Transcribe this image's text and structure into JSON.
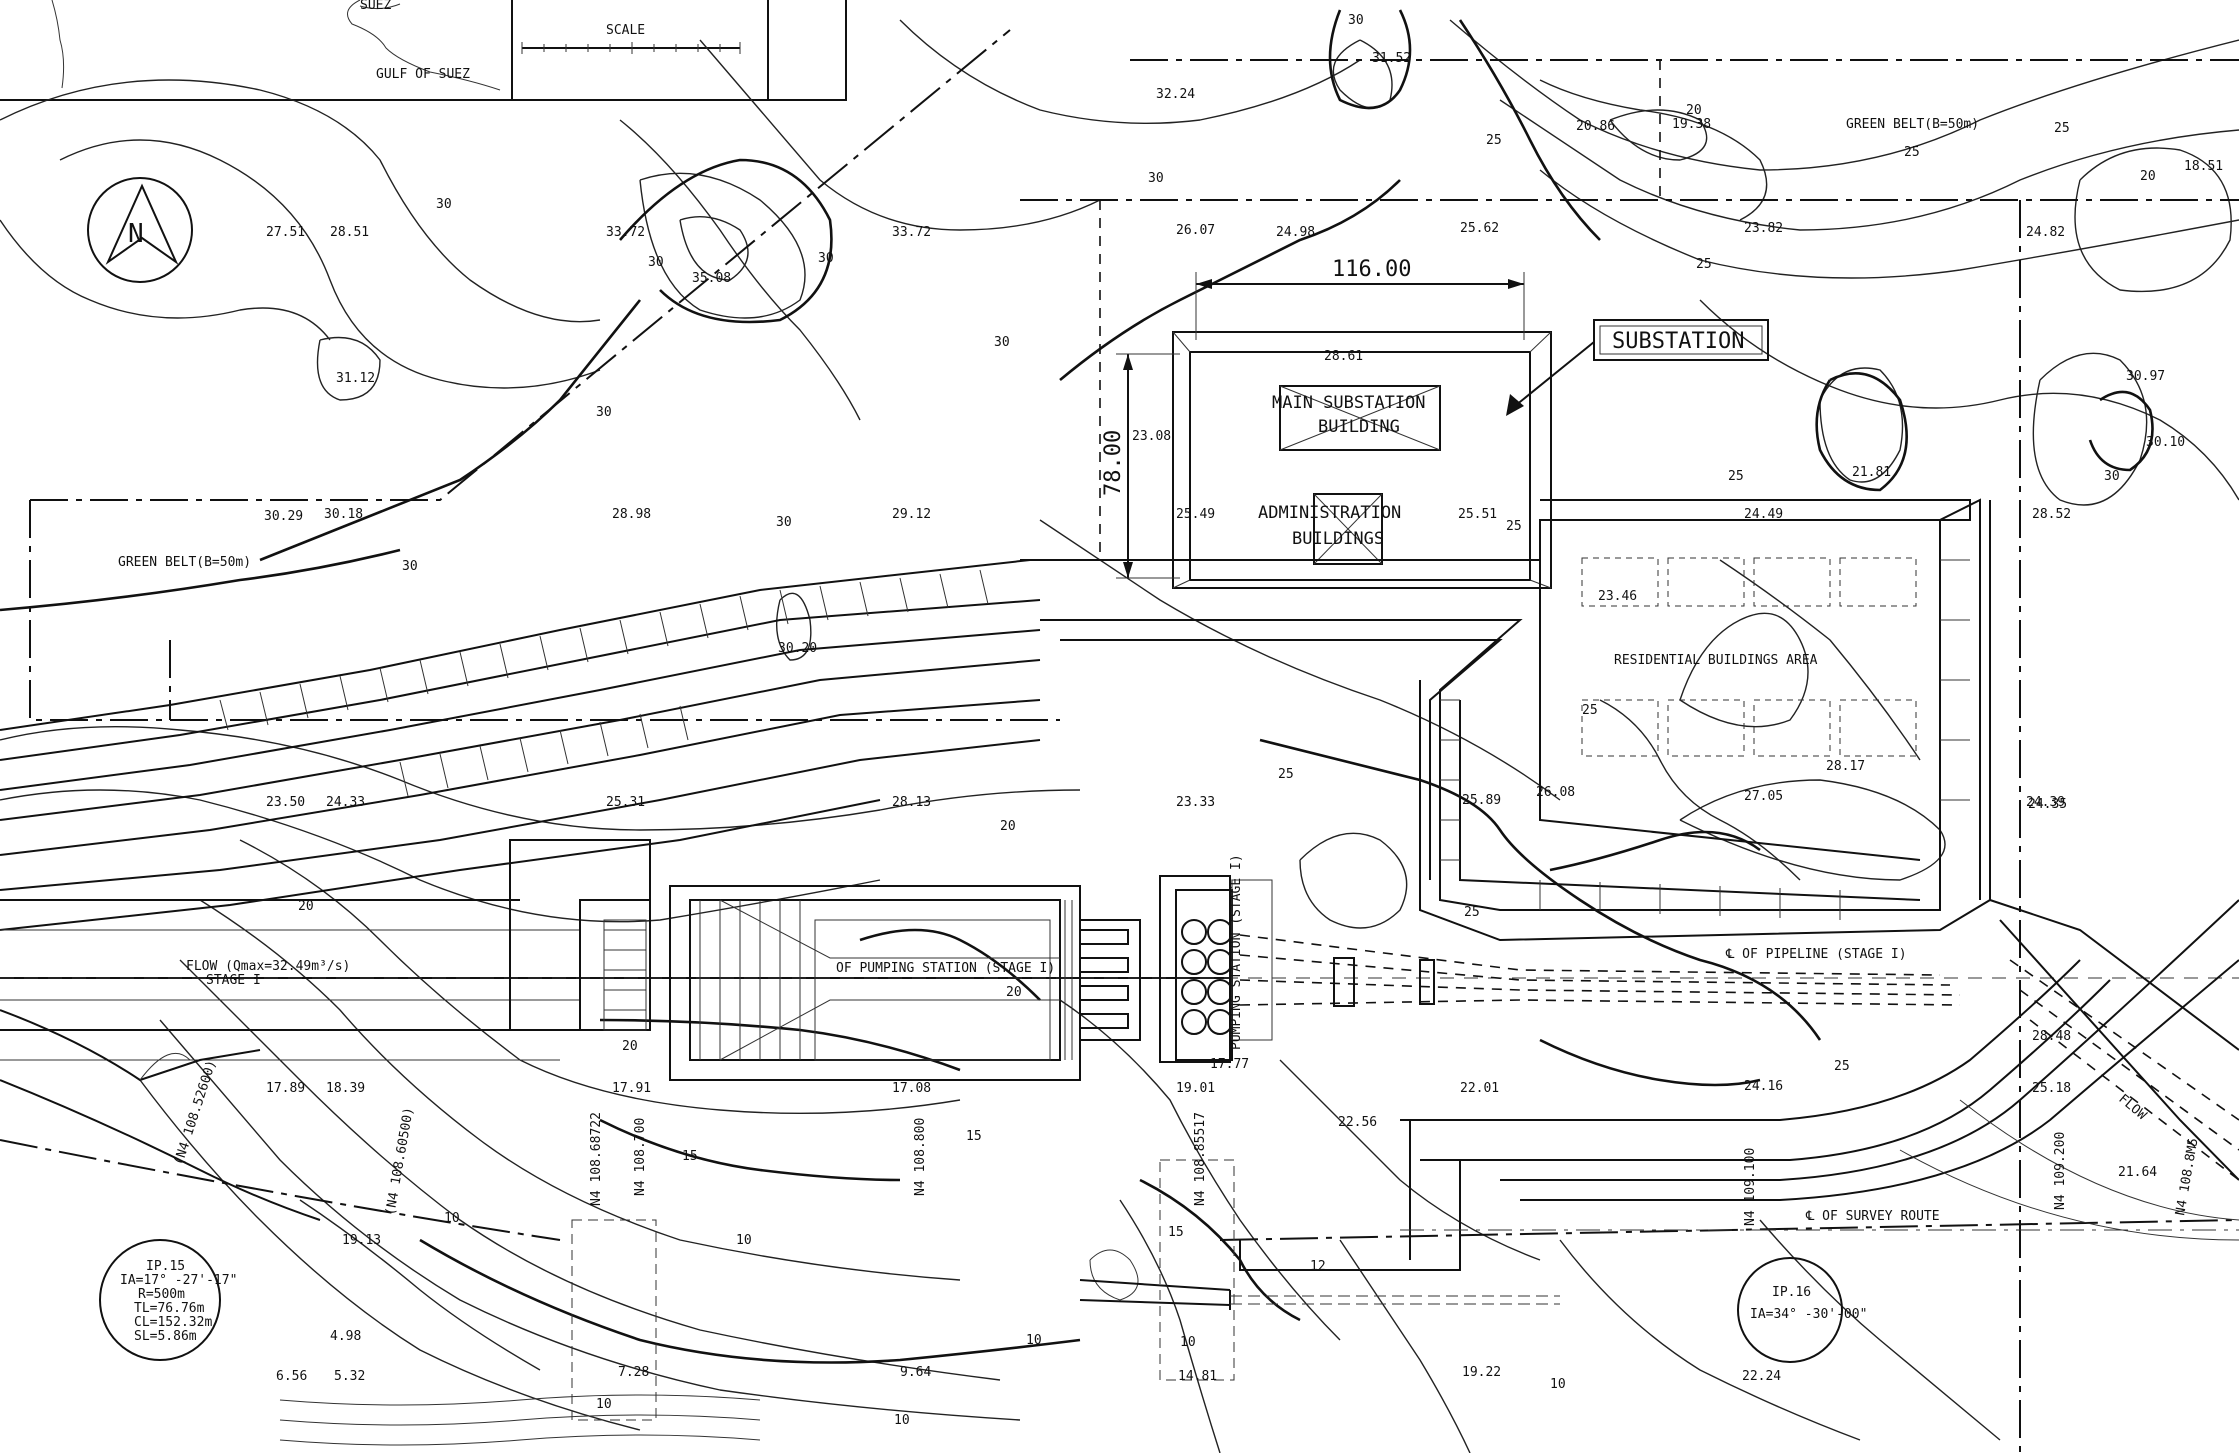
{
  "inset_map": {
    "scale_label": "SCALE",
    "place_1": "SUEZ",
    "place_2": "GULF OF SUEZ"
  },
  "labels": {
    "substation": "SUBSTATION",
    "main_substation": [
      "MAIN SUBSTATION",
      "BUILDING"
    ],
    "administration": [
      "ADMINISTRATION",
      "BUILDINGS"
    ],
    "residential": "RESIDENTIAL BUILDINGS AREA",
    "green_belt_top": "GREEN BELT(B=50m)",
    "green_belt_left": "GREEN BELT(B=50m)",
    "pumping_station_label": "OF PUMPING STATION (STAGE I)",
    "pumping_station_vertical": "PUMPING STATION (STAGE I)",
    "flow_label": "FLOW (Qmax=32.49m³/s)",
    "stage_label": "STAGE I",
    "pipeline_label": "℄ OF PIPELINE (STAGE I)",
    "survey_route": "℄ OF SURVEY ROUTE",
    "flow_right": "FLOW"
  },
  "dimensions": {
    "width": "116.00",
    "depth": "78.00"
  },
  "ip_15": [
    "IP.15",
    "IA=17° -27'-17\"",
    "R=500m",
    "TL=76.76m",
    "CL=152.32m",
    "SL=5.86m"
  ],
  "ip_16": [
    "IP.16",
    "IA=34° -30'-00\""
  ],
  "stations": [
    "(N4 108.52600)",
    "(N4 108.60500)",
    "N4 108.68722",
    "N4 108.700",
    "N4 108.800",
    "N4 108.85517",
    "N4 109.100",
    "N4 109.200",
    "N4 108.8M5"
  ],
  "elevations": [
    "31.52",
    "32.24",
    "20.86",
    "19.38",
    "18.51",
    "27.51",
    "28.51",
    "33.72",
    "33.72",
    "35.08",
    "26.07",
    "24.98",
    "25.62",
    "23.82",
    "24.82",
    "31.12",
    "28.61",
    "23.08",
    "30.97",
    "30.10",
    "30.29",
    "30.18",
    "28.98",
    "29.12",
    "25.49",
    "25.51",
    "24.49",
    "21.81",
    "28.52",
    "30.20",
    "23.46",
    "23.50",
    "24.33",
    "25.31",
    "28.13",
    "23.33",
    "25.89",
    "26.08",
    "27.05",
    "28.17",
    "24.39",
    "17.89",
    "18.39",
    "17.91",
    "17.08",
    "17.77",
    "19.01",
    "22.56",
    "22.01",
    "24.16",
    "28.48",
    "25.18",
    "21.64",
    "19.13",
    "4.98",
    "6.56",
    "5.32",
    "7.28",
    "9.64",
    "14.81",
    "19.22",
    "22.24",
    "24.35"
  ],
  "contours": [
    "30",
    "30",
    "30",
    "30",
    "30",
    "30",
    "30",
    "30",
    "30",
    "30",
    "25",
    "25",
    "25",
    "25",
    "25",
    "25",
    "25",
    "25",
    "25",
    "25",
    "20",
    "20",
    "20",
    "20",
    "20",
    "20",
    "15",
    "15",
    "15",
    "10",
    "10",
    "10",
    "10",
    "10",
    "10",
    "10",
    "12"
  ]
}
